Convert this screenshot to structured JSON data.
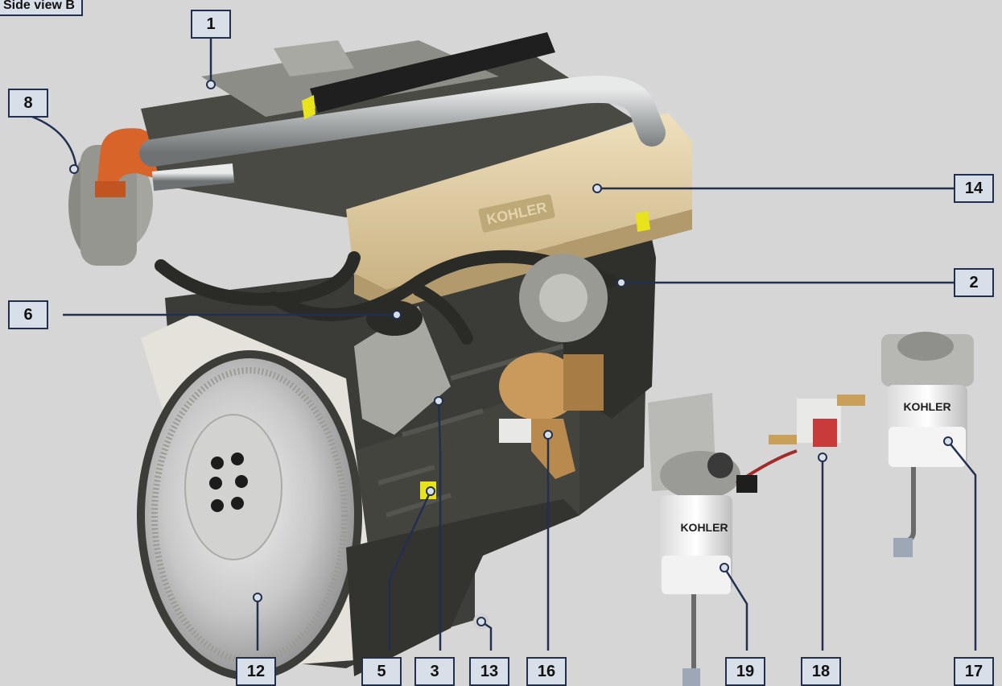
{
  "view_label": "Side view B",
  "brand_text": "KOHLER",
  "colors": {
    "background": "#d6d6d6",
    "callout_fill": "#d9dfe9",
    "callout_border": "#22304f",
    "leader_line": "#22304f",
    "valve_cover": "#dcc9a0",
    "block": "#3b3b38",
    "pipe": "#b9bcbd",
    "intake_elbow": "#d9642a",
    "water_pump": "#c99a5c",
    "highlight": "#e8e31a"
  },
  "callouts": [
    {
      "id": "1",
      "label": "1"
    },
    {
      "id": "2",
      "label": "2"
    },
    {
      "id": "3",
      "label": "3"
    },
    {
      "id": "5",
      "label": "5"
    },
    {
      "id": "6",
      "label": "6"
    },
    {
      "id": "8",
      "label": "8"
    },
    {
      "id": "12",
      "label": "12"
    },
    {
      "id": "13",
      "label": "13"
    },
    {
      "id": "14",
      "label": "14"
    },
    {
      "id": "16",
      "label": "16"
    },
    {
      "id": "17",
      "label": "17"
    },
    {
      "id": "18",
      "label": "18"
    },
    {
      "id": "19",
      "label": "19"
    }
  ]
}
